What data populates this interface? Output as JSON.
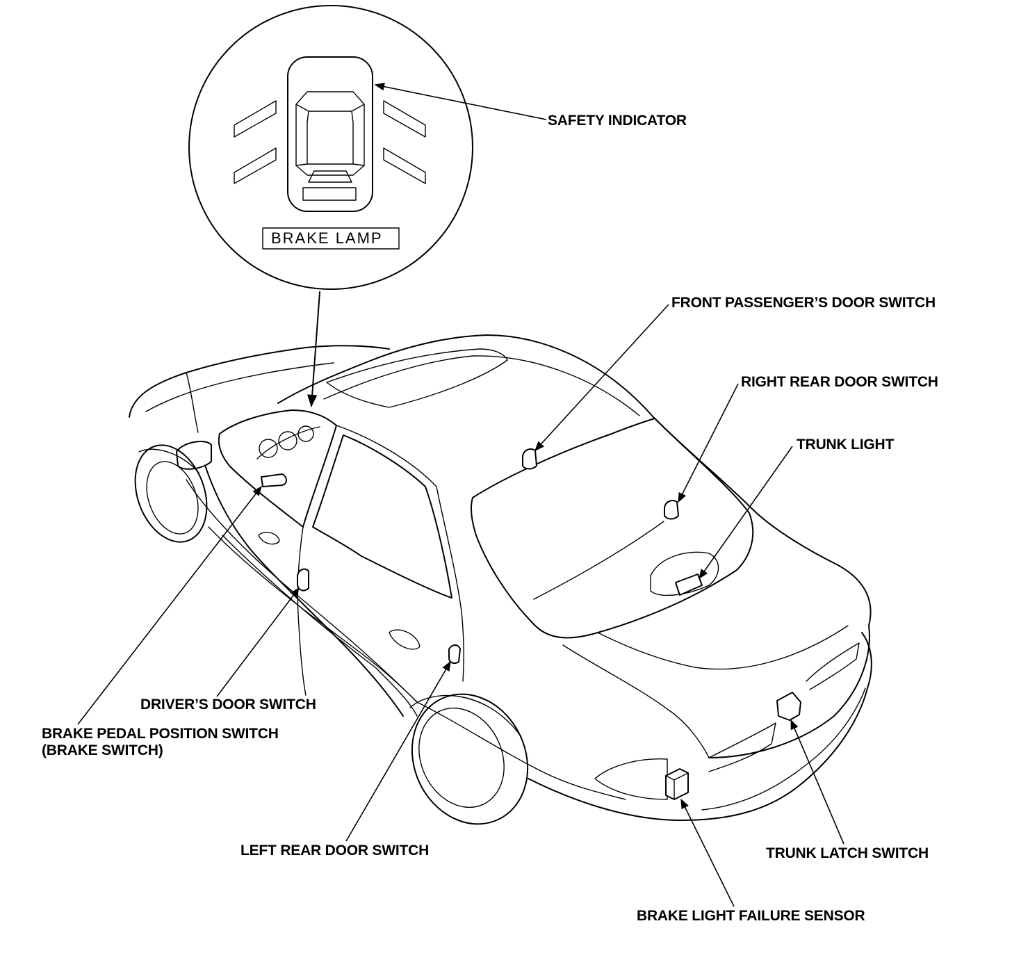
{
  "inset": {
    "lamp_label": "BRAKE LAMP"
  },
  "labels": {
    "safety_indicator": "SAFETY INDICATOR",
    "front_passenger_door_switch": "FRONT PASSENGER’S DOOR SWITCH",
    "right_rear_door_switch": "RIGHT REAR DOOR SWITCH",
    "trunk_light": "TRUNK LIGHT",
    "drivers_door_switch": "DRIVER’S DOOR SWITCH",
    "brake_pedal_position_switch": "BRAKE PEDAL POSITION SWITCH",
    "brake_switch": "(BRAKE SWITCH)",
    "left_rear_door_switch": "LEFT REAR DOOR SWITCH",
    "trunk_latch_switch": "TRUNK LATCH SWITCH",
    "brake_light_failure_sensor": "BRAKE LIGHT FAILURE SENSOR"
  }
}
